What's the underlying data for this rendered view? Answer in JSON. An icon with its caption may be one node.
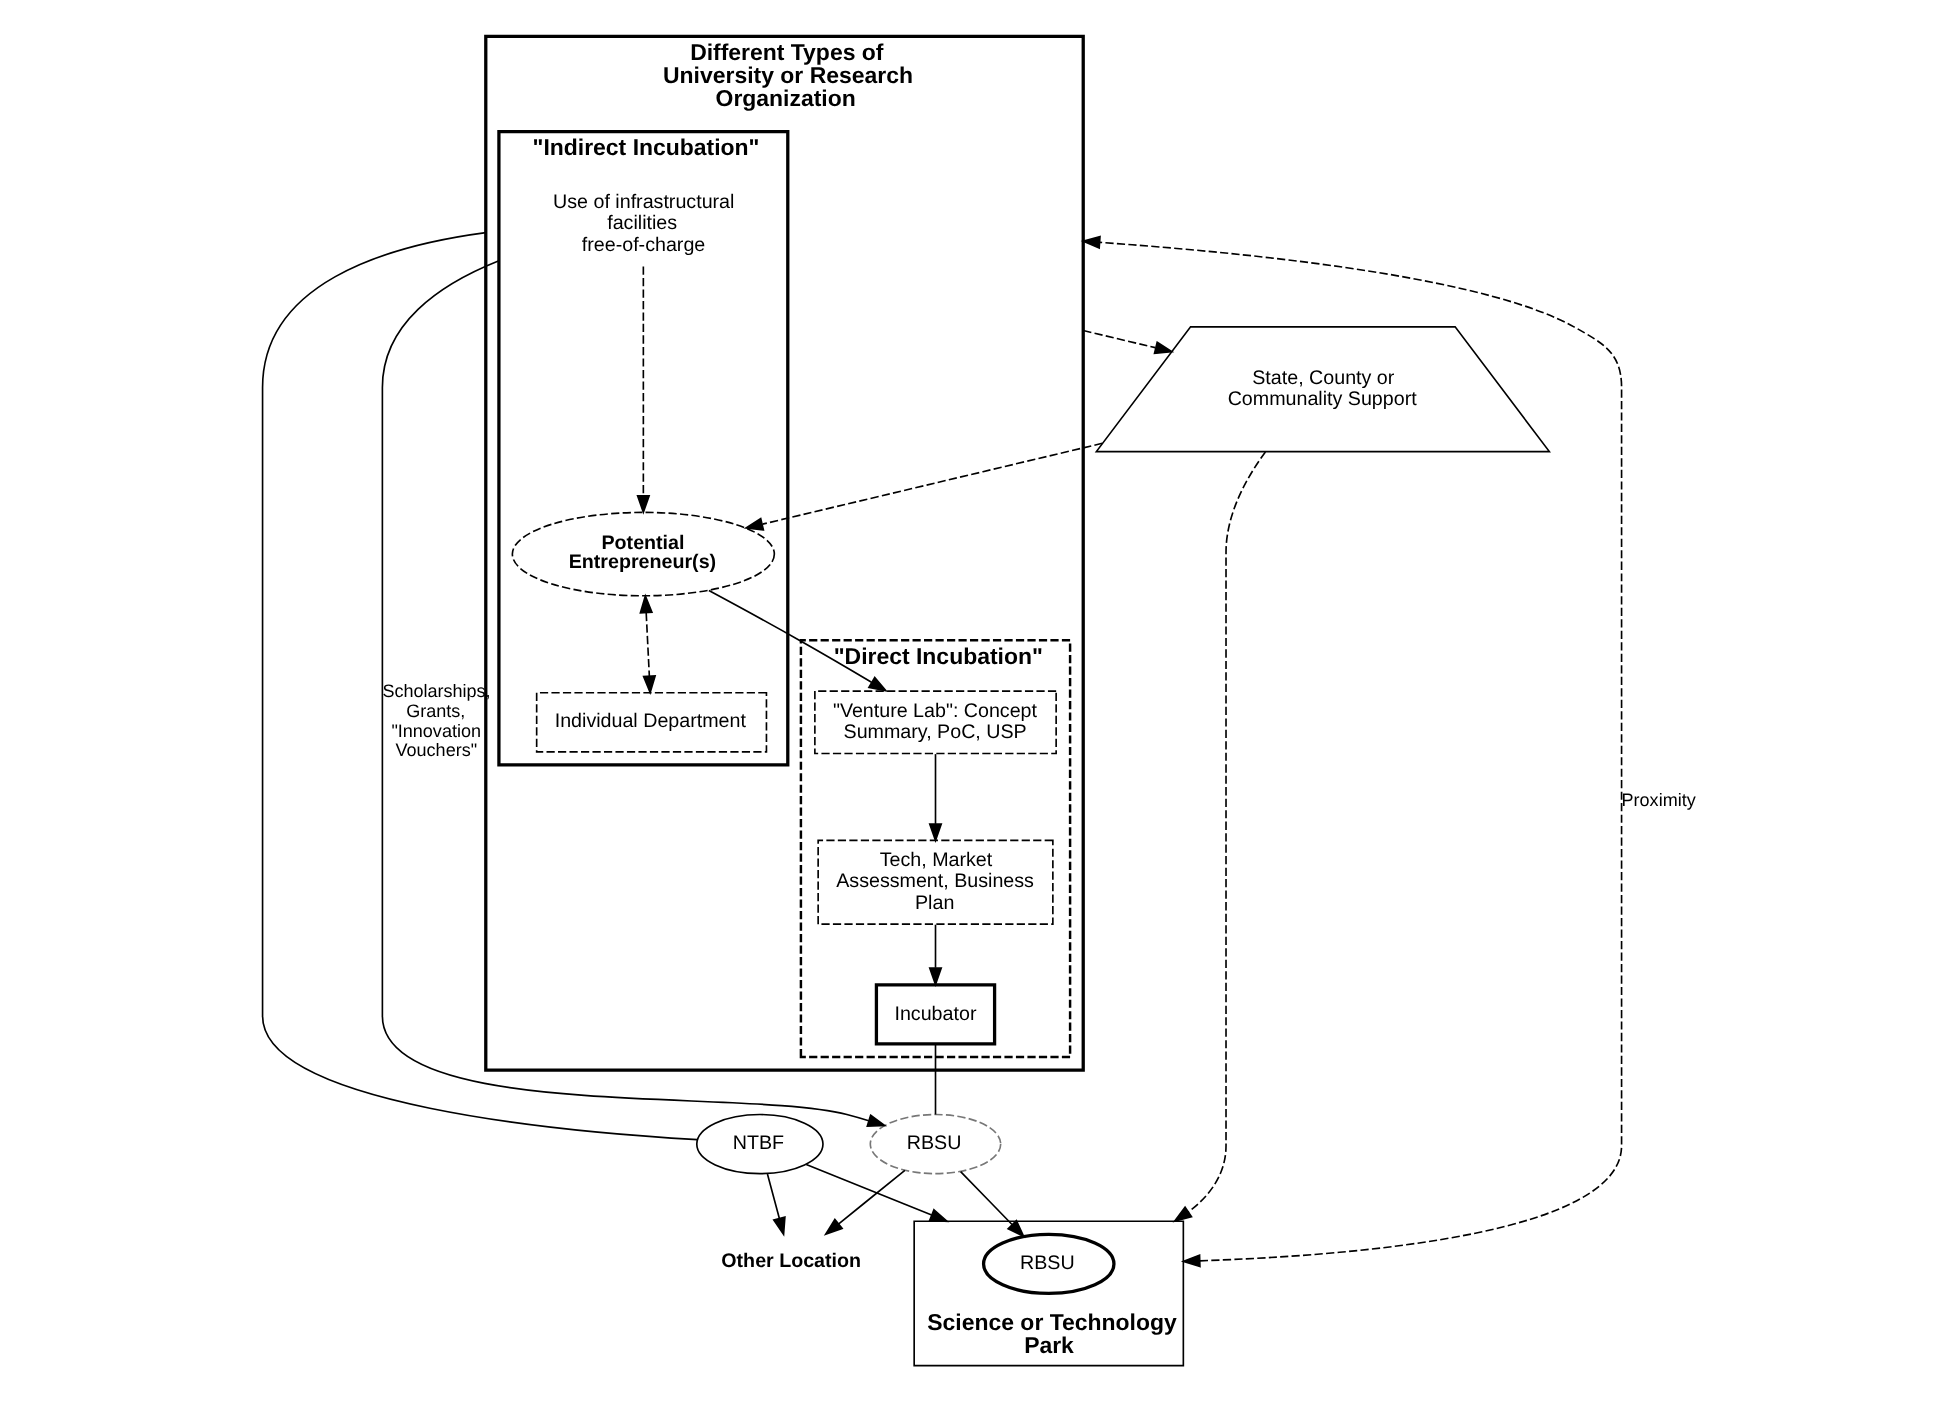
{
  "diagram": {
    "nodes": [
      {
        "text": [
          "Different Types of University or Research Organization"
        ]
      },
      {
        "text": [
          "\"Indirect Incubation\""
        ],
        "in": 0
      },
      {
        "text": [
          "\"Direct Incubation\""
        ],
        "in": 0
      },
      {
        "text": [
          "Use of infrastructural facilities free-of-charge"
        ],
        "in": 1
      },
      {
        "text": [
          "Individual Department"
        ],
        "in": 1
      },
      {
        "text": [
          "Potential Entrepreneur(s)"
        ],
        "in": 1
      },
      {
        "text": [
          "\"Venture Lab\": Concept Summary, PoC, USP"
        ],
        "in": 2
      },
      {
        "text": [
          "Tech, Market Assessment, Business Plan"
        ],
        "in": 2
      },
      {
        "text": [
          "Incubator"
        ],
        "in": 2
      },
      {
        "text": [
          "State, County or Communality Support"
        ]
      },
      {
        "text": [
          "NTBF"
        ]
      },
      {
        "text": [
          "Science or Technology Park"
        ]
      },
      {
        "text": [
          "RBSU"
        ],
        "in": 11
      },
      {
        "text": [
          "RBSU"
        ]
      },
      {
        "text": [
          "Other Location"
        ]
      }
    ],
    "edges": [
      {
        "from": 0,
        "to": 10,
        "arrow": "none"
      },
      {
        "from": 10,
        "to": 14,
        "arrow": "to"
      },
      {
        "from": 0,
        "to": 9,
        "arrow": "to",
        "style": "dashed"
      },
      {
        "from": 9,
        "to": 11,
        "arrow": "to",
        "style": "dashed"
      },
      {
        "from": 9,
        "to": 5,
        "arrow": "to",
        "style": "dashed"
      },
      {
        "from": 1,
        "to": 13,
        "arrow": "to",
        "label": "Scholarships, Grants, \"Innovation Vouchers\""
      },
      {
        "from": 3,
        "to": 5,
        "arrow": "to",
        "style": "dashed"
      },
      {
        "from": 5,
        "to": 4,
        "arrow": "both",
        "style": "dashed"
      },
      {
        "from": 5,
        "to": 6,
        "arrow": "to"
      },
      {
        "from": 6,
        "to": 7,
        "arrow": "to"
      },
      {
        "from": 7,
        "to": 8,
        "arrow": "to"
      },
      {
        "from": 8,
        "to": 13,
        "arrow": "none"
      },
      {
        "from": 13,
        "to": 12,
        "arrow": "to"
      },
      {
        "from": 13,
        "to": 14,
        "arrow": "to"
      },
      {
        "from": 10,
        "to": 11,
        "arrow": "to"
      },
      {
        "from": 11,
        "to": 0,
        "arrow": "both",
        "style": "dashed",
        "label": "Proximity"
      }
    ]
  }
}
